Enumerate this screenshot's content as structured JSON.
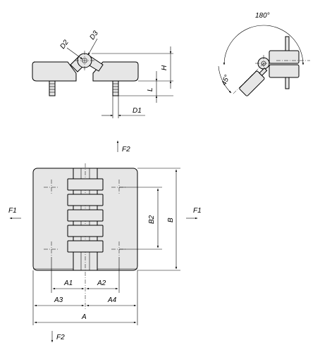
{
  "labels": {
    "D2": "D2",
    "D3": "D3",
    "H": "H",
    "L": "L",
    "D1": "D1",
    "angle_180": "180°",
    "angle_45": "45°",
    "F2_top": "F2",
    "F2_bottom": "F2",
    "F1_left": "F1",
    "F1_right": "F1",
    "B": "B",
    "B2": "B2",
    "A1": "A1",
    "A2": "A2",
    "A3": "A3",
    "A4": "A4",
    "A": "A"
  }
}
